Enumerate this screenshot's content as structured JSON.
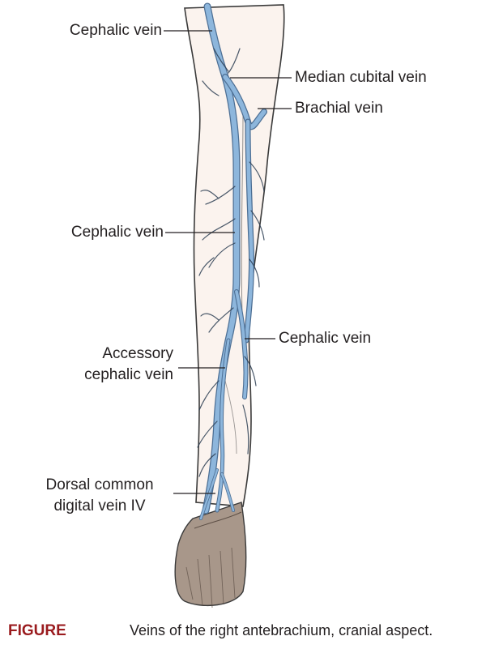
{
  "labels": {
    "cephalic_vein_top": "Cephalic vein",
    "median_cubital_vein": "Median cubital vein",
    "brachial_vein": "Brachial vein",
    "cephalic_vein_mid": "Cephalic vein",
    "cephalic_vein_lower": "Cephalic vein",
    "accessory_cephalic_line1": "Accessory",
    "accessory_cephalic_line2": "cephalic vein",
    "dorsal_common_line1": "Dorsal common",
    "dorsal_common_line2": "digital vein IV"
  },
  "caption": {
    "tag": "FIGURE",
    "text": "Veins of the right antebrachium, cranial aspect."
  },
  "colors": {
    "vein": "#8db6dc",
    "vein_outline": "#4d6f94",
    "skin": "#fbf3ee",
    "outline": "#3a3a3a",
    "hoof": "#a8978a",
    "caption_tag": "#9a1b1e"
  }
}
